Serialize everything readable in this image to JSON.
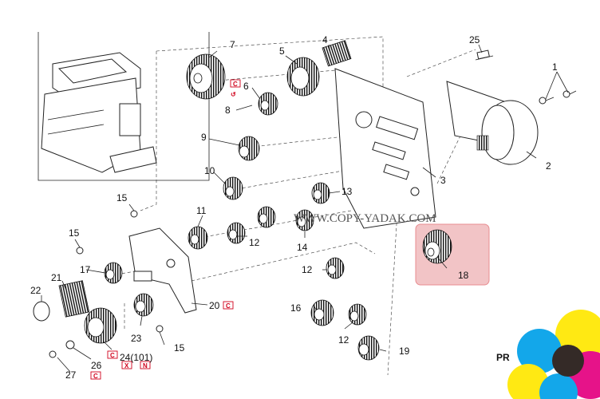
{
  "watermark": "WWW.COPY-YADAK.COM",
  "corner_text": "PR",
  "highlight_part": "18",
  "callouts": [
    {
      "id": "c1",
      "label": "1"
    },
    {
      "id": "c2",
      "label": "2"
    },
    {
      "id": "c3",
      "label": "3"
    },
    {
      "id": "c4",
      "label": "4"
    },
    {
      "id": "c5",
      "label": "5"
    },
    {
      "id": "c6",
      "label": "6"
    },
    {
      "id": "c7",
      "label": "7"
    },
    {
      "id": "c8",
      "label": "8"
    },
    {
      "id": "c9",
      "label": "9"
    },
    {
      "id": "c10",
      "label": "10"
    },
    {
      "id": "c11",
      "label": "11"
    },
    {
      "id": "c12a",
      "label": "12"
    },
    {
      "id": "c12b",
      "label": "12"
    },
    {
      "id": "c12c",
      "label": "12"
    },
    {
      "id": "c13",
      "label": "13"
    },
    {
      "id": "c14",
      "label": "14"
    },
    {
      "id": "c15a",
      "label": "15"
    },
    {
      "id": "c15b",
      "label": "15"
    },
    {
      "id": "c15c",
      "label": "15"
    },
    {
      "id": "c16",
      "label": "16"
    },
    {
      "id": "c17",
      "label": "17"
    },
    {
      "id": "c18",
      "label": "18"
    },
    {
      "id": "c19",
      "label": "19"
    },
    {
      "id": "c20",
      "label": "20"
    },
    {
      "id": "c21",
      "label": "21"
    },
    {
      "id": "c22",
      "label": "22"
    },
    {
      "id": "c23",
      "label": "23"
    },
    {
      "id": "c24",
      "label": "24(101)"
    },
    {
      "id": "c25",
      "label": "25"
    },
    {
      "id": "c26",
      "label": "26"
    },
    {
      "id": "c27",
      "label": "27"
    }
  ],
  "marks": {
    "c": "C",
    "x": "X",
    "n": "N"
  }
}
